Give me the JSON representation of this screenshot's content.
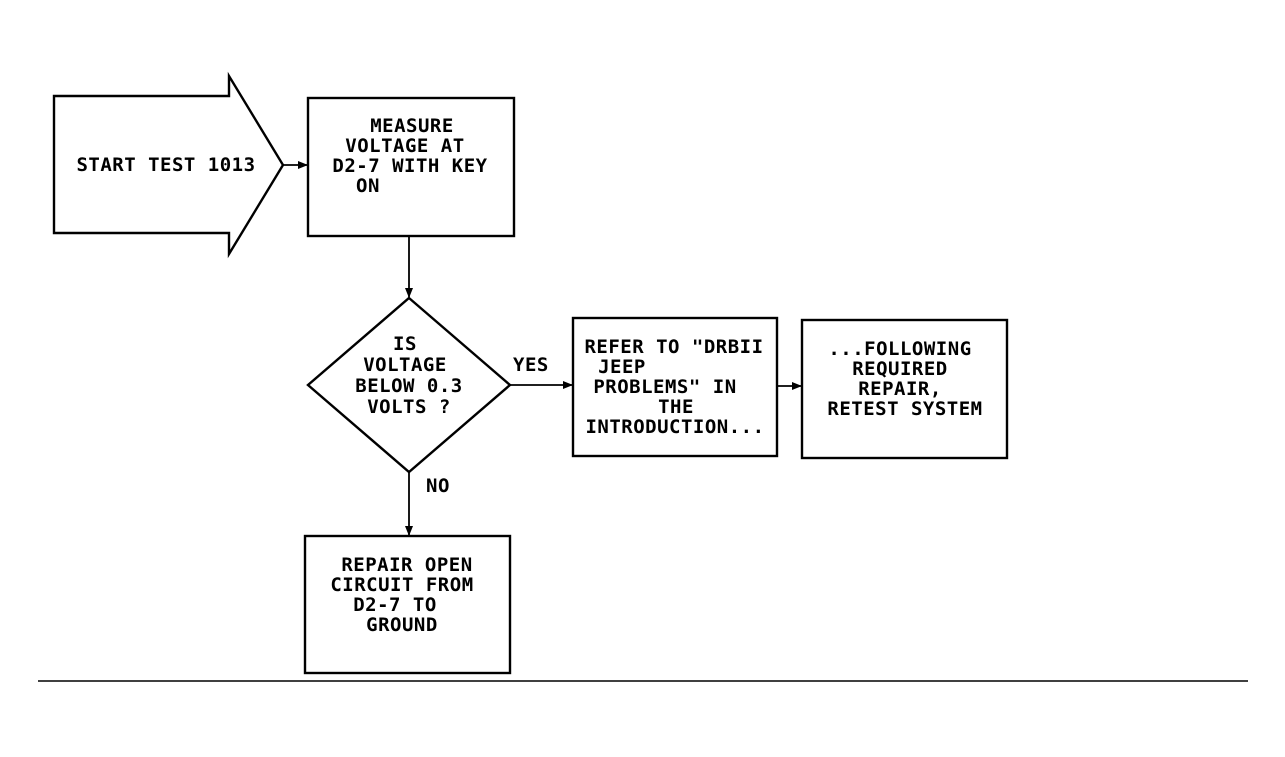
{
  "flowchart": {
    "start": {
      "label": "START TEST 1013"
    },
    "measure": {
      "lines": [
        "MEASURE",
        "VOLTAGE AT",
        "D2-7 WITH KEY",
        "ON"
      ]
    },
    "decision": {
      "lines": [
        "IS",
        "VOLTAGE",
        "BELOW 0.3",
        "VOLTS ?"
      ],
      "yes_label": "YES",
      "no_label": "NO"
    },
    "refer": {
      "lines": [
        "REFER TO \"DRBII",
        "JEEP",
        "PROBLEMS\" IN",
        "THE",
        "INTRODUCTION..."
      ]
    },
    "following": {
      "lines": [
        "...FOLLOWING",
        "REQUIRED",
        "REPAIR,",
        "RETEST SYSTEM"
      ]
    },
    "repair": {
      "lines": [
        "REPAIR OPEN",
        "CIRCUIT FROM",
        "D2-7 TO",
        "GROUND"
      ]
    }
  }
}
